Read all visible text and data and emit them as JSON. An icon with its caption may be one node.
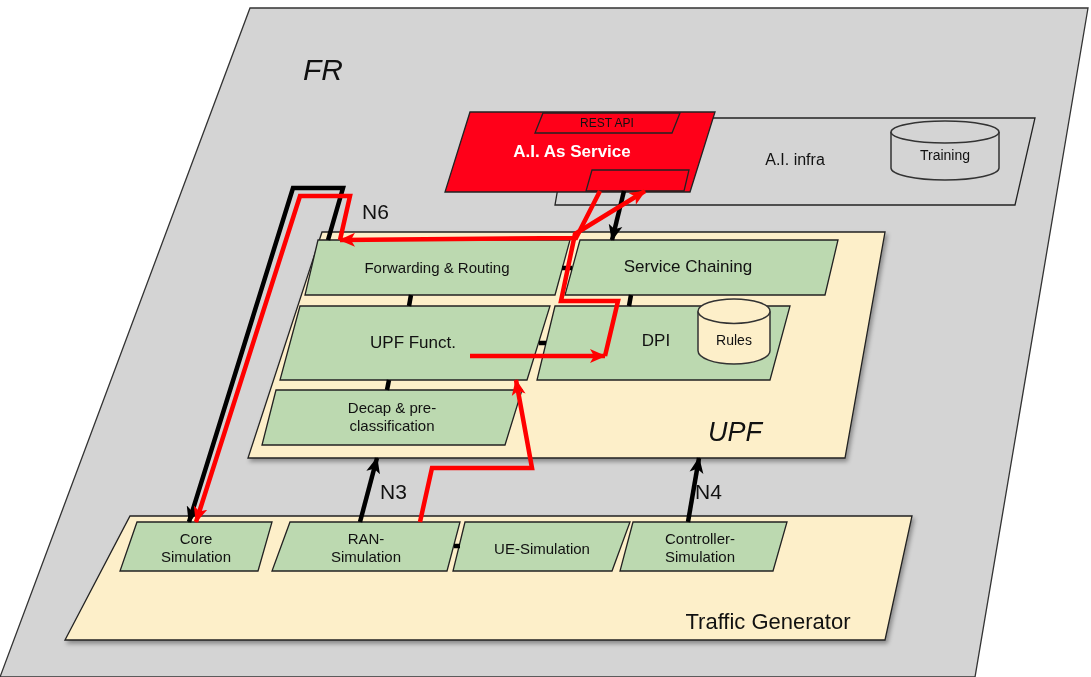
{
  "diagram": {
    "nodes": [
      {
        "text": [
          "FR"
        ]
      },
      {
        "text": [
          "A.I. infra"
        ],
        "in": 0
      },
      {
        "text": [
          "Training"
        ],
        "in": 1
      },
      {
        "text": [
          "A.I. As Service"
        ],
        "in": 0
      },
      {
        "text": [
          "REST API"
        ],
        "in": 3
      },
      {
        "text": [],
        "shape": "box"
      },
      {
        "text": [
          "UPF"
        ],
        "in": 0
      },
      {
        "text": [
          "Forwarding & Routing"
        ],
        "in": 6
      },
      {
        "text": [
          "Service Chaining"
        ],
        "in": 6
      },
      {
        "text": [
          "UPF Funct."
        ],
        "in": 6
      },
      {
        "text": [
          "DPI"
        ],
        "in": 6
      },
      {
        "text": [
          "Rules"
        ],
        "in": 10
      },
      {
        "text": [
          "Decap & pre-classification"
        ],
        "in": 6
      },
      {
        "text": [
          "Traffic Generator"
        ],
        "in": 0
      },
      {
        "text": [
          "Core Simulation"
        ],
        "in": 13
      },
      {
        "text": [
          "RAN-Simulation"
        ],
        "in": 13
      },
      {
        "text": [
          "UE-Simulation"
        ],
        "in": 13
      },
      {
        "text": [
          "Controller-Simulation"
        ],
        "in": 13
      }
    ],
    "edges": [
      {
        "from": 7,
        "to": 8,
        "arrow": "none"
      },
      {
        "from": 7,
        "to": 9,
        "arrow": "none"
      },
      {
        "from": 8,
        "to": 10,
        "arrow": "none"
      },
      {
        "from": 9,
        "to": 10,
        "arrow": "none"
      },
      {
        "from": 9,
        "to": 12,
        "arrow": "none"
      },
      {
        "from": 15,
        "to": 16,
        "arrow": "none"
      },
      {
        "from": 7,
        "to": 14,
        "arrow": "to",
        "label": "N6"
      },
      {
        "from": 15,
        "to": 6,
        "arrow": "to",
        "label": "N3"
      },
      {
        "from": 17,
        "to": 6,
        "arrow": "to",
        "label": "N4"
      },
      {
        "from": 5,
        "to": 8,
        "arrow": "to"
      },
      {
        "from": 15,
        "to": 9,
        "arrow": "to",
        "color": "#ff0000"
      },
      {
        "from": 9,
        "to": 10,
        "arrow": "to",
        "color": "#ff0000"
      },
      {
        "from": 10,
        "to": 5,
        "arrow": "to",
        "color": "#ff0000"
      },
      {
        "from": 5,
        "to": 7,
        "arrow": "to",
        "color": "#ff0000"
      },
      {
        "from": 7,
        "to": 14,
        "arrow": "to",
        "color": "#ff0000"
      }
    ]
  }
}
